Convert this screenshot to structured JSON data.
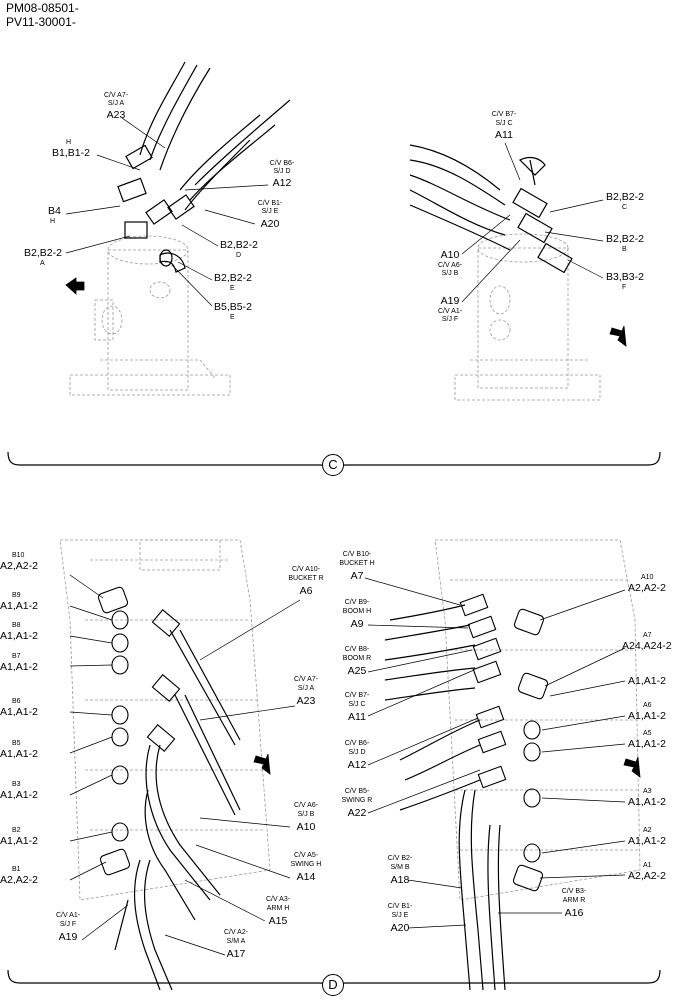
{
  "header": {
    "line1": "PM08-08501-",
    "line2": "PV11-30001-"
  },
  "view_c": {
    "letter": "C",
    "callouts": {
      "a23_sub": "C/V A7-",
      "a23_sub2": "S/J A",
      "a23": "A23",
      "b1_sub": "H",
      "b1": "B1,B1-2",
      "b4": "B4",
      "b4_sub": "H",
      "b2a": "B2,B2-2",
      "b2a_sub": "A",
      "a12_sub": "C/V B6-",
      "a12_sub2": "S/J D",
      "a12": "A12",
      "a20_sub": "C/V B1-",
      "a20_sub2": "S/J E",
      "a20": "A20",
      "b2d": "B2,B2-2",
      "b2d_sub": "D",
      "b2e": "B2,B2-2",
      "b2e_sub": "E",
      "b5": "B5,B5-2",
      "b5_sub": "E",
      "a11_sub": "C/V B7-",
      "a11_sub2": "S/J C",
      "a11": "A11",
      "b2c": "B2,B2-2",
      "b2c_sub": "C",
      "b2b": "B2,B2-2",
      "b2b_sub": "B",
      "a10": "A10",
      "a10_sub": "C/V A6-",
      "a10_sub2": "S/J B",
      "b3": "B3,B3-2",
      "b3_sub": "F",
      "a19": "A19",
      "a19_sub": "C/V A1-",
      "a19_sub2": "S/J F"
    }
  },
  "view_d": {
    "letter": "D",
    "left": {
      "b10_sub": "B10",
      "b10": "A2,A2-2",
      "b9_sub": "B9",
      "b9": "A1,A1-2",
      "b8_sub": "B8",
      "b8": "A1,A1-2",
      "b7_sub": "B7",
      "b7": "A1,A1-2",
      "b6_sub": "B6",
      "b6": "A1,A1-2",
      "b5_sub": "B5",
      "b5": "A1,A1-2",
      "b3_sub": "B3",
      "b3": "A1,A1-2",
      "b2_sub": "B2",
      "b2": "A1,A1-2",
      "b1_sub": "B1",
      "b1": "A2,A2-2",
      "a19_sub": "C/V A1-",
      "a19_sub2": "S/J F",
      "a19": "A19",
      "a6_sub": "C/V A10-",
      "a6_sub2": "BUCKET R",
      "a6": "A6",
      "a23_sub": "C/V A7-",
      "a23_sub2": "S/J  A",
      "a23": "A23",
      "a10_sub": "C/V A6-",
      "a10_sub2": "S/J  B",
      "a10": "A10",
      "a14_sub": "C/V A5-",
      "a14_sub2": "SWING H",
      "a14": "A14",
      "a15_sub": "C/V A3-",
      "a15_sub2": "ARM H",
      "a15": "A15",
      "a17_sub": "C/V A2-",
      "a17_sub2": "S/M A",
      "a17": "A17"
    },
    "right": {
      "a7_sub": "C/V B10-",
      "a7_sub2": "BUCKET H",
      "a7": "A7",
      "a9_sub": "C/V B9-",
      "a9_sub2": "BOOM H",
      "a9": "A9",
      "a25_sub": "C/V B8-",
      "a25_sub2": "BOOM R",
      "a25": "A25",
      "a11_sub": "C/V B7-",
      "a11_sub2": "S/J C",
      "a11": "A11",
      "a12_sub": "C/V B6-",
      "a12_sub2": "S/J D",
      "a12": "A12",
      "a22_sub": "C/V B5-",
      "a22_sub2": "SWING R",
      "a22": "A22",
      "a18_sub": "C/V B2-",
      "a18_sub2": "S/M B",
      "a18": "A18",
      "a20_sub": "C/V B1-",
      "a20_sub2": "S/J E",
      "a20": "A20",
      "a10r_sub": "A10",
      "a10r": "A2,A2-2",
      "a7r_sub": "A7",
      "a7r": "A24,A24-2",
      "a1r": "A1,A1-2",
      "a6r_sub": "A6",
      "a6r": "A1,A1-2",
      "a5r_sub": "A5",
      "a5r": "A1,A1-2",
      "a3r_sub": "A3",
      "a3r": "A1,A1-2",
      "a2r_sub": "A2",
      "a2r": "A1,A1-2",
      "a1rb_sub": "A1",
      "a1rb": "A2,A2-2",
      "a16_sub": "C/V B3-",
      "a16_sub2": "ARM R",
      "a16": "A16"
    }
  }
}
